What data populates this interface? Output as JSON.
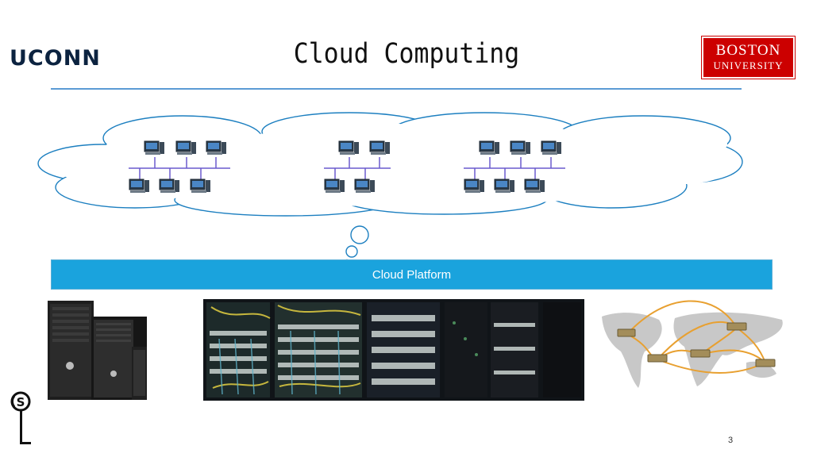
{
  "header": {
    "left_logo": "UCONN",
    "title": "Cloud Computing",
    "right_logo_line1": "BOSTON",
    "right_logo_line2": "UNIVERSITY"
  },
  "cloud_platform": {
    "label": "Cloud Platform"
  },
  "diagram": {
    "networks": [
      {
        "top_computers": 3,
        "bottom_computers": 3
      },
      {
        "top_computers": 2,
        "bottom_computers": 2
      },
      {
        "top_computers": 3,
        "bottom_computers": 3
      }
    ]
  },
  "images": [
    {
      "icon": "desktop-tower-computers-image"
    },
    {
      "icon": "datacenter-server-racks-image"
    },
    {
      "icon": "world-map-network-image"
    }
  ],
  "footer": {
    "page_number": "3",
    "corner_logo": "csl-logo"
  },
  "colors": {
    "accent_blue": "#1aa3dd",
    "rule_blue": "#5b9bd5",
    "bu_red": "#cc0000",
    "uconn_navy": "#0c2340",
    "network_line": "#6a5acd"
  }
}
